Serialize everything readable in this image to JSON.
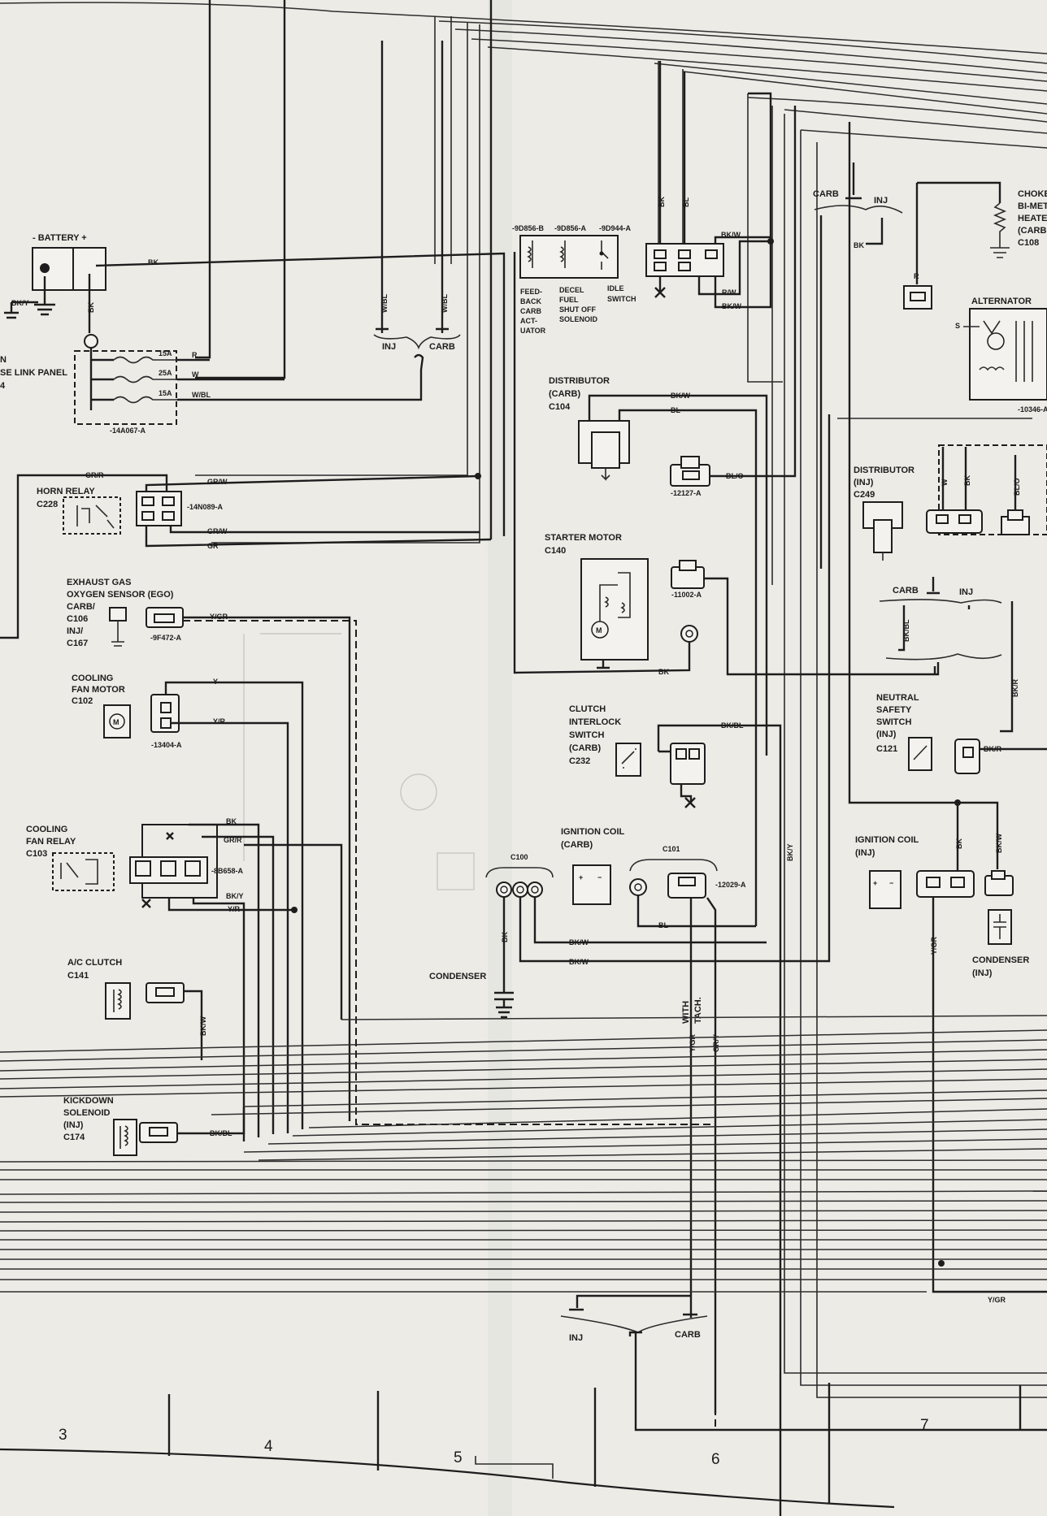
{
  "battery": {
    "label": "- BATTERY +",
    "ground": "BK/Y",
    "wire_out": "BK",
    "wire_down": "BK"
  },
  "fuse_link_panel": {
    "label_partial": "N",
    "label_line2": "SE LINK PANEL",
    "label_line3": "4",
    "part": "-14A067-A",
    "fuses": [
      "15A",
      "25A",
      "15A"
    ],
    "wires": [
      "R",
      "W",
      "W/BL"
    ]
  },
  "carb_solenoids": {
    "parts": [
      "-9D856-B",
      "-9D856-A",
      "-9D944-A"
    ],
    "labels": [
      [
        "FEED-",
        "BACK",
        "CARB",
        "ACT-",
        "UATOR"
      ],
      [
        "DECEL",
        "FUEL",
        "SHUT OFF",
        "SOLENOID"
      ],
      [
        "IDLE",
        "SWITCH"
      ]
    ],
    "wires": [
      "BK",
      "BL",
      "BK/W",
      "R/W",
      "BK/W"
    ]
  },
  "inj_carb_top": {
    "left": "INJ",
    "right": "CARB",
    "wires": [
      "W/BL",
      "W/BL"
    ]
  },
  "choke": {
    "lines": [
      "CHOKE",
      "BI-MET",
      "HEATE",
      "(CARB",
      "C108"
    ],
    "wire": "R"
  },
  "alternator": {
    "label": "ALTERNATOR",
    "terminal": "S",
    "part": "-10346-A"
  },
  "carb_inj_switch_top": {
    "left": "CARB",
    "right": "INJ",
    "wire": "BK"
  },
  "distributor_carb": {
    "lines": [
      "DISTRIBUTOR",
      "(CARB)",
      "C104"
    ],
    "wires": [
      "BK/W",
      "BL"
    ]
  },
  "connector_12127": {
    "part": "-12127-A",
    "wire": "BL/O"
  },
  "distributor_inj": {
    "lines": [
      "DISTRIBUTOR",
      "(INJ)",
      "C249"
    ],
    "wires": [
      "W",
      "BK",
      "BL/O"
    ]
  },
  "horn_relay": {
    "lines": [
      "HORN RELAY",
      "C228"
    ],
    "part": "-14N089-A",
    "wires": [
      "GR/R",
      "GR/W",
      "GR/W",
      "GR"
    ]
  },
  "starter_motor": {
    "lines": [
      "STARTER MOTOR",
      "C140"
    ],
    "part": "-11002-A",
    "wire": "BK"
  },
  "ego_sensor": {
    "lines": [
      "EXHAUST GAS",
      "OXYGEN SENSOR (EGO)",
      "CARB/",
      "C106",
      "INJ/",
      "C167"
    ],
    "part": "-9F472-A",
    "wire": "Y/GR"
  },
  "carb_inj_mid": {
    "left": "CARB",
    "right": "INJ",
    "wires": [
      "BK/BL",
      "BK/R"
    ]
  },
  "cooling_fan_motor": {
    "lines": [
      "COOLING",
      "FAN MOTOR",
      "C102"
    ],
    "part": "-13404-A",
    "wires": [
      "Y",
      "Y/R"
    ]
  },
  "clutch_interlock": {
    "lines": [
      "CLUTCH",
      "INTERLOCK",
      "SWITCH",
      "(CARB)",
      "C232"
    ],
    "wire": "BK/BL"
  },
  "neutral_safety": {
    "lines": [
      "NEUTRAL",
      "SAFETY",
      "SWITCH",
      "(INJ)",
      "C121"
    ],
    "wire": "BK/R"
  },
  "cooling_fan_relay": {
    "lines": [
      "COOLING",
      "FAN RELAY",
      "C103"
    ],
    "part": "-8B658-A",
    "wires": [
      "BK",
      "GR/R",
      "BK/Y",
      "Y/R"
    ]
  },
  "ignition_coil_carb": {
    "lines": [
      "IGNITION COIL",
      "(CARB)"
    ],
    "c100": "C100",
    "c101": "C101",
    "part": "-12029-A",
    "wires": [
      "BK",
      "BK/W",
      "BK/W",
      "BL",
      "BK/Y"
    ]
  },
  "ignition_coil_inj": {
    "lines": [
      "IGNITION COIL",
      "(INJ)"
    ],
    "wires": [
      "BK",
      "BK/W",
      "Y/GR"
    ]
  },
  "condenser": {
    "label": "CONDENSER"
  },
  "condenser_inj": {
    "lines": [
      "CONDENSER",
      "(INJ)"
    ]
  },
  "ac_clutch": {
    "lines": [
      "A/C CLUTCH",
      "C141"
    ],
    "wire": "BK/W"
  },
  "tach": {
    "lines": [
      "WITH",
      "TACH."
    ],
    "wires": [
      "Y/GR",
      "GR/Y"
    ]
  },
  "kickdown": {
    "lines": [
      "KICKDOWN",
      "SOLENOID",
      "(INJ)",
      "C174"
    ],
    "wire": "BK/BL"
  },
  "bottom_switch": {
    "left": "INJ",
    "right": "CARB",
    "wire": "Y/GR"
  },
  "grid_numbers": [
    "3",
    "4",
    "5",
    "6",
    "7"
  ]
}
